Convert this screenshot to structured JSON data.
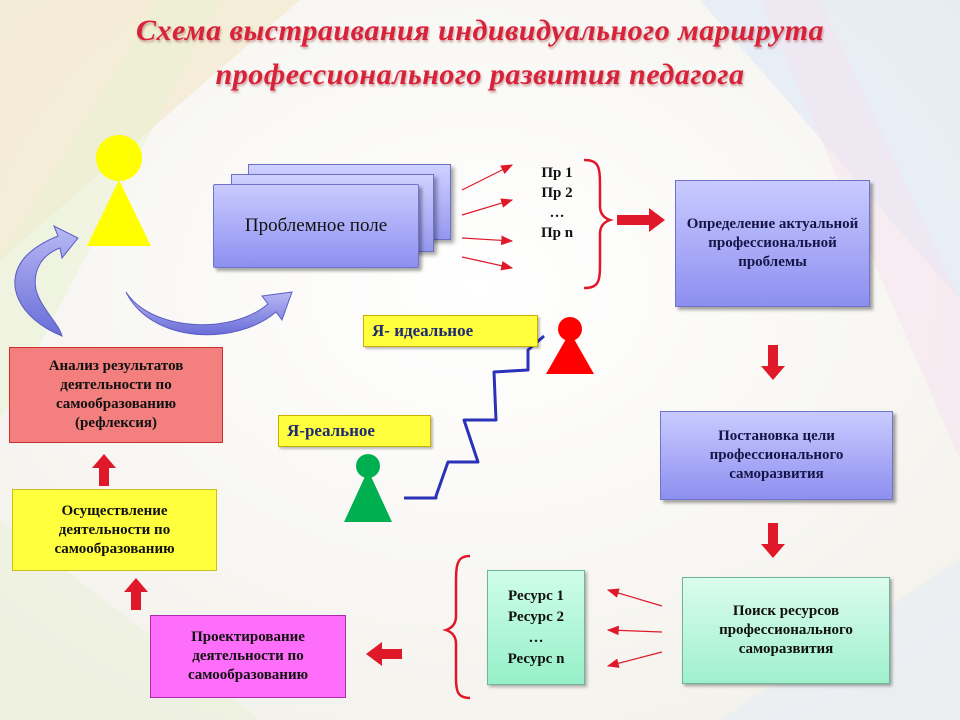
{
  "title": {
    "line1": "Схема  выстраивания  индивидуального маршрута",
    "line2": "профессионального  развития  педагога"
  },
  "problem_field": {
    "label": "Проблемное поле"
  },
  "problems": [
    "Пр 1",
    "Пр 2",
    "…",
    "Пр n"
  ],
  "steps": {
    "define_problem": "Определение актуальной профессиональной проблемы",
    "set_goal": "Постановка цели профессионального саморазвития",
    "find_resources": "Поиск ресурсов профессионального саморазвития",
    "design_activity": "Проектирование деятельности по самообразованию",
    "implement_activity": "Осуществление деятельности по самообразованию",
    "analysis": "Анализ  результатов деятельности по самообразованию (рефлексия)"
  },
  "resources": [
    "Ресурс 1",
    "Ресурс 2",
    "…",
    "Ресурс n"
  ],
  "self_labels": {
    "ideal": "Я- идеальное",
    "real": "Я-реальное"
  },
  "colors": {
    "title": "#d8223a",
    "blue_box": "#9597ef",
    "red_box": "#f47f7f",
    "yellow_box": "#ffff3d",
    "pink_box": "#ff6dfb",
    "green_box": "#9ff0cd",
    "arrow": "#e0192a",
    "stairs": "#2a32b8",
    "figure_yellow": "#ffff00",
    "figure_red": "#ff0000",
    "figure_green": "#00b050"
  }
}
